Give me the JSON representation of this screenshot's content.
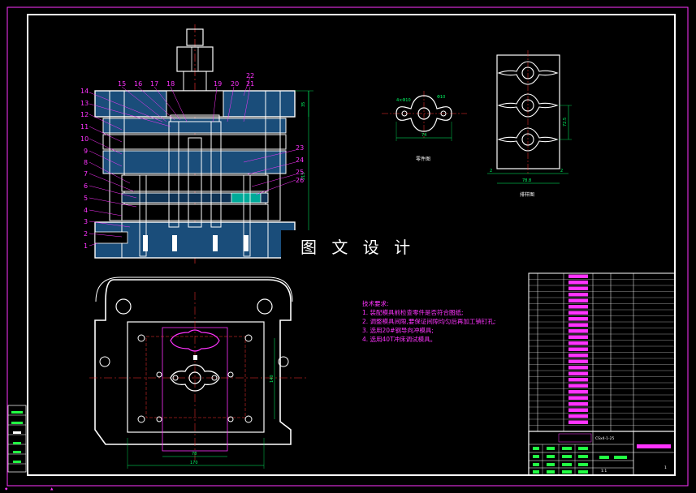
{
  "colors": {
    "background": "#000000",
    "lines": "#ffffff",
    "labels": "#ff33ff",
    "dimensions": "#00ff66",
    "centerlines": "#ff3333",
    "hatch": "#3399ff",
    "frame": "#ff33ff"
  },
  "watermark": "图 文 设 计",
  "part_numbers": [
    "1",
    "2",
    "3",
    "4",
    "5",
    "6",
    "7",
    "8",
    "9",
    "10",
    "11",
    "12",
    "13",
    "14",
    "15",
    "16",
    "17",
    "18",
    "19",
    "20",
    "21",
    "22",
    "23",
    "24",
    "25",
    "26"
  ],
  "section_dims": {
    "height_top": "35",
    "height_total": "215"
  },
  "part_view": {
    "label": "零件图",
    "dim_width": "74",
    "dim_hole": "Φ10",
    "dim_left": "4×Φ10"
  },
  "layout_view": {
    "label": "排样图",
    "dim_pitch": "72.5",
    "dim_edge_left": "2",
    "dim_edge_right": "2",
    "dim_width": "78.8"
  },
  "plan_dims": {
    "w_inner": "78",
    "w_outer": "170",
    "h_side": "140"
  },
  "tech_notes": {
    "title": "技术要求:",
    "items": [
      "1. 装配模具前检查零件是否符合图纸;",
      "2. 调整模具间隙,要保证间隙均匀后再加工销钉孔;",
      "3. 选用20#钢导向冲模具;",
      "4. 选用40T冲床调试模具。"
    ]
  },
  "title_block": {
    "drawing_no": "CSx4-1-25",
    "scale": "1:1",
    "sheet": "1"
  }
}
